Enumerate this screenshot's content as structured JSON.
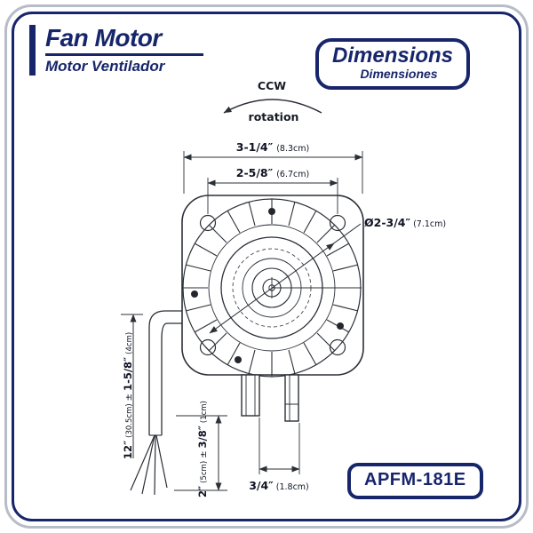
{
  "colors": {
    "navy": "#17266b",
    "line": "#2b2f36",
    "frame_gray": "#b7bdc7"
  },
  "header": {
    "title": "Fan Motor",
    "subtitle": "Motor Ventilador"
  },
  "dimensions_badge": {
    "title": "Dimensions",
    "subtitle": "Dimensiones"
  },
  "rotation": {
    "direction": "CCW",
    "label": "rotation"
  },
  "model_badge": {
    "code": "APFM-181E"
  },
  "dims": {
    "outer_width": {
      "in": "3-1/4″",
      "cm": "(8.3cm)"
    },
    "hole_spacing": {
      "in": "2-5/8″",
      "cm": "(6.7cm)"
    },
    "diameter": {
      "in": "Ø2-3/4″",
      "cm": "(7.1cm)"
    },
    "lead_length": {
      "in": "12″",
      "cm": "(30.5cm)",
      "pm": "±",
      "tol_in": "1-5/8″",
      "tol_cm": "(4cm)"
    },
    "strip_length": {
      "in": "2″",
      "cm": "(5cm)",
      "pm": "±",
      "tol_in": "3/8″",
      "tol_cm": "(1cm)"
    },
    "shaft": {
      "in": "3/4″",
      "cm": "(1.8cm)"
    }
  }
}
